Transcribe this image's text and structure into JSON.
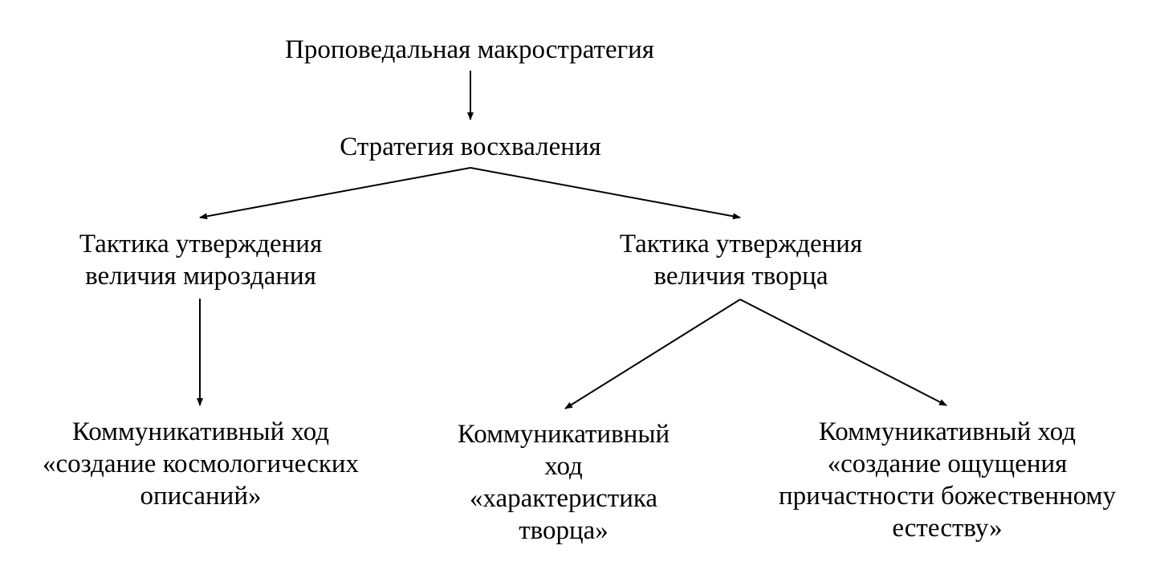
{
  "diagram": {
    "nodes": {
      "root": {
        "lines": [
          "Проповедальная макростратегия"
        ]
      },
      "praise": {
        "lines": [
          "Стратегия восхваления"
        ]
      },
      "tactic_universe": {
        "lines": [
          "Тактика утверждения",
          "величия мироздания"
        ]
      },
      "tactic_creator": {
        "lines": [
          "Тактика утверждения",
          "величия творца"
        ]
      },
      "move_cosmo": {
        "lines": [
          "Коммуникативный ход",
          "«создание космологических",
          "описаний»"
        ]
      },
      "move_character": {
        "lines": [
          "Коммуникативный",
          "ход",
          "«характеристика",
          "творца»"
        ]
      },
      "move_divine": {
        "lines": [
          "Коммуникативный ход",
          "«создание ощущения",
          "причастности божественному",
          "естеству»"
        ]
      }
    },
    "edges": [
      {
        "from": "root",
        "to": "praise"
      },
      {
        "from": "praise",
        "to": "tactic_universe"
      },
      {
        "from": "praise",
        "to": "tactic_creator"
      },
      {
        "from": "tactic_universe",
        "to": "move_cosmo"
      },
      {
        "from": "tactic_creator",
        "to": "move_character"
      },
      {
        "from": "tactic_creator",
        "to": "move_divine"
      }
    ],
    "colors": {
      "text": "#000000",
      "edge": "#000000",
      "background": "#ffffff"
    }
  }
}
